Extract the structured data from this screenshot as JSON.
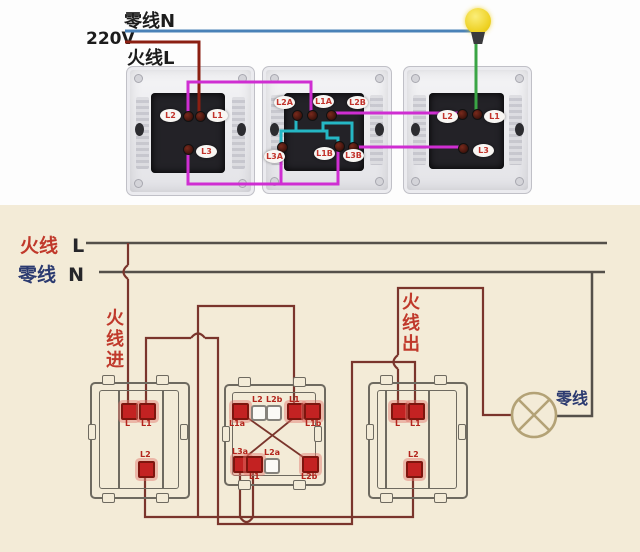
{
  "colors": {
    "neutral_blue": "#4a82b8",
    "live_darkred": "#8b1f12",
    "traveler_magenta": "#cf2ed2",
    "jumper_cyan": "#25b7c4",
    "lamp_green": "#3aa545",
    "bulb_yellow": "#eed122",
    "schematic_wire": "#7a352c",
    "bus_line": "#54504a",
    "label_red": "#c0392b",
    "label_navy": "#2b3a70",
    "terminal_red": "#c32222",
    "lamp_outline": "#b3a276",
    "bottom_background": "#f3ebd7"
  },
  "top": {
    "neutral_label": "零线N",
    "voltage_label": "220V",
    "live_label": "火线L",
    "sw1": {
      "t_l2": "L2",
      "t_l1": "L1",
      "t_l3": "L3"
    },
    "sw2": {
      "t_l2a": "L2A",
      "t_l1a": "L1A",
      "t_l2b": "L2B",
      "t_l3a": "L3A",
      "t_l1b": "L1B",
      "t_l3b": "L3B"
    },
    "sw3": {
      "t_l2": "L2",
      "t_l1": "L1",
      "t_l3": "L3"
    }
  },
  "bottom": {
    "live_cn": "火线",
    "live_en": "L",
    "neutral_cn": "零线",
    "neutral_en": "N",
    "live_in": "火线进",
    "live_out": "火线出",
    "lamp_neutral": "零线",
    "sw_left": {
      "l": "L",
      "l1": "L1",
      "l2": "L2"
    },
    "sw_right": {
      "l": "L",
      "l1": "L1",
      "l2": "L2"
    },
    "sw_mid": {
      "top": [
        "L1a",
        "L2",
        "L2b",
        "L1",
        "L1b"
      ],
      "bottom": [
        "L3a",
        "L1",
        "L2a",
        "L2b"
      ]
    }
  }
}
